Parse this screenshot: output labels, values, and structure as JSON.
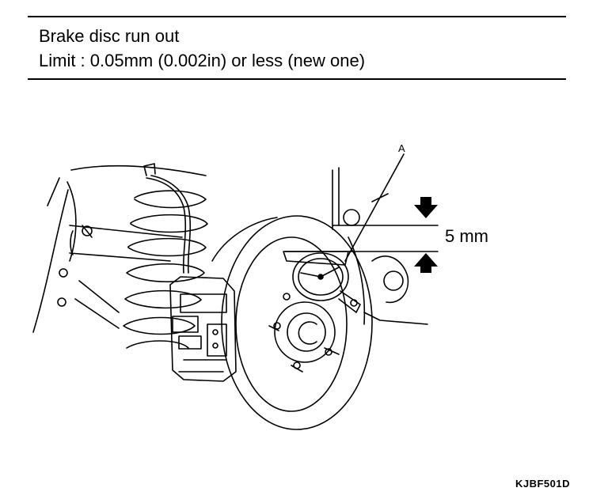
{
  "spec": {
    "title": "Brake disc run out",
    "limit": "Limit : 0.05mm (0.002in) or less (new one)"
  },
  "figure": {
    "callout_label": "A",
    "dimension_label": "5 mm",
    "code": "KJBF501D"
  },
  "icons": [
    "arrow-down-icon",
    "arrow-up-icon",
    "dial-gauge-icon"
  ]
}
